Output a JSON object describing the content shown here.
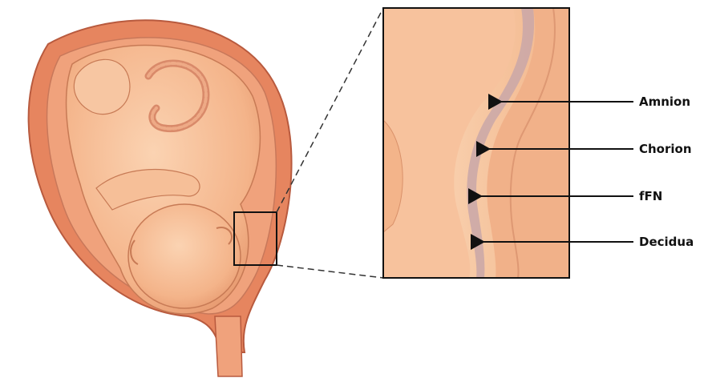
{
  "labels": {
    "amnion": "Amnion",
    "chorion": "Chorion",
    "ffn": "fFN",
    "decidua": "Decidua"
  },
  "colors": {
    "skin": "#f4b48a",
    "skin_shadow": "#e08e62",
    "uterine_wall": "#e07a5a",
    "amnion_membrane": "#c9a7a8",
    "inset_background": "#f9d2b0",
    "arrow": "#111111"
  }
}
